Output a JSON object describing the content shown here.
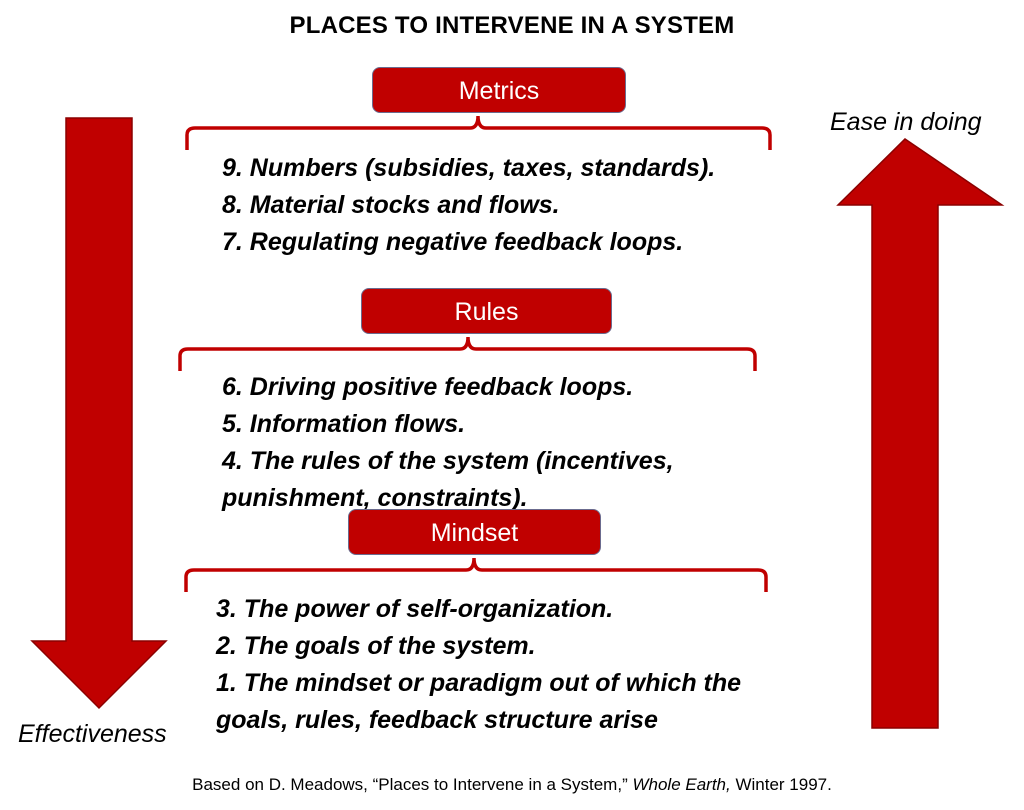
{
  "title": "PLACES TO INTERVENE IN A SYSTEM",
  "axes": {
    "effectiveness": "Effectiveness",
    "ease": "Ease  in doing"
  },
  "colors": {
    "arrow": "#c00000",
    "box": "#c00000",
    "brace": "#c00000",
    "box_border": "#6b6b8e"
  },
  "groups": [
    {
      "label": "Metrics",
      "items": [
        "9. Numbers (subsidies, taxes, standards).",
        "8. Material stocks and flows.",
        "7. Regulating negative feedback loops."
      ]
    },
    {
      "label": "Rules",
      "items": [
        "6. Driving positive feedback loops.",
        "5. Information flows.",
        "4. The rules of the system (incentives,",
        "punishment, constraints)."
      ]
    },
    {
      "label": "Mindset",
      "items": [
        "3. The power of self-organization.",
        "2. The goals of the system.",
        "1. The mindset or paradigm out of which the",
        "goals, rules, feedback structure arise"
      ]
    }
  ],
  "footer": {
    "before": "Based on D. Meadows, “Places to Intervene in a System,” ",
    "source": "Whole Earth,",
    "after": " Winter 1997."
  }
}
